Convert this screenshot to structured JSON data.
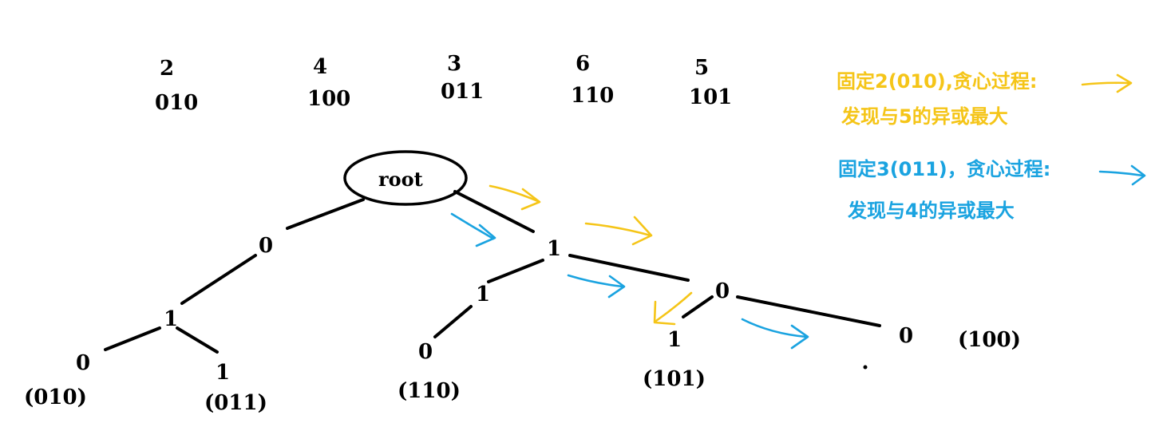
{
  "numbers": [
    {
      "value": "2",
      "binary": "010"
    },
    {
      "value": "4",
      "binary": "100"
    },
    {
      "value": "3",
      "binary": "011"
    },
    {
      "value": "6",
      "binary": "110"
    },
    {
      "value": "5",
      "binary": "101"
    }
  ],
  "trie": {
    "root": "root",
    "edge_labels": {
      "l1_left": "0",
      "l1_right": "1",
      "l2_left_1": "1",
      "l2_right_1": "1",
      "l2_right_0": "0",
      "l3_00": "0",
      "l3_01": "1",
      "l3_10": "0",
      "l3_01b": "1",
      "l3_00b": "0"
    },
    "leaves": {
      "leaf_010": "(010)",
      "leaf_011": "(011)",
      "leaf_110": "(110)",
      "leaf_101": "(101)",
      "leaf_100": "(100)"
    }
  },
  "notes": {
    "yellow_line1": "固定2(010),贪心过程:",
    "yellow_line2": "发现与5的异或最大",
    "blue_line1": "固定3(011)，贪心过程:",
    "blue_line2": "发现与4的异或最大"
  },
  "colors": {
    "yellow": "#f5c518",
    "blue": "#1aa3e0",
    "ink": "#000000"
  }
}
